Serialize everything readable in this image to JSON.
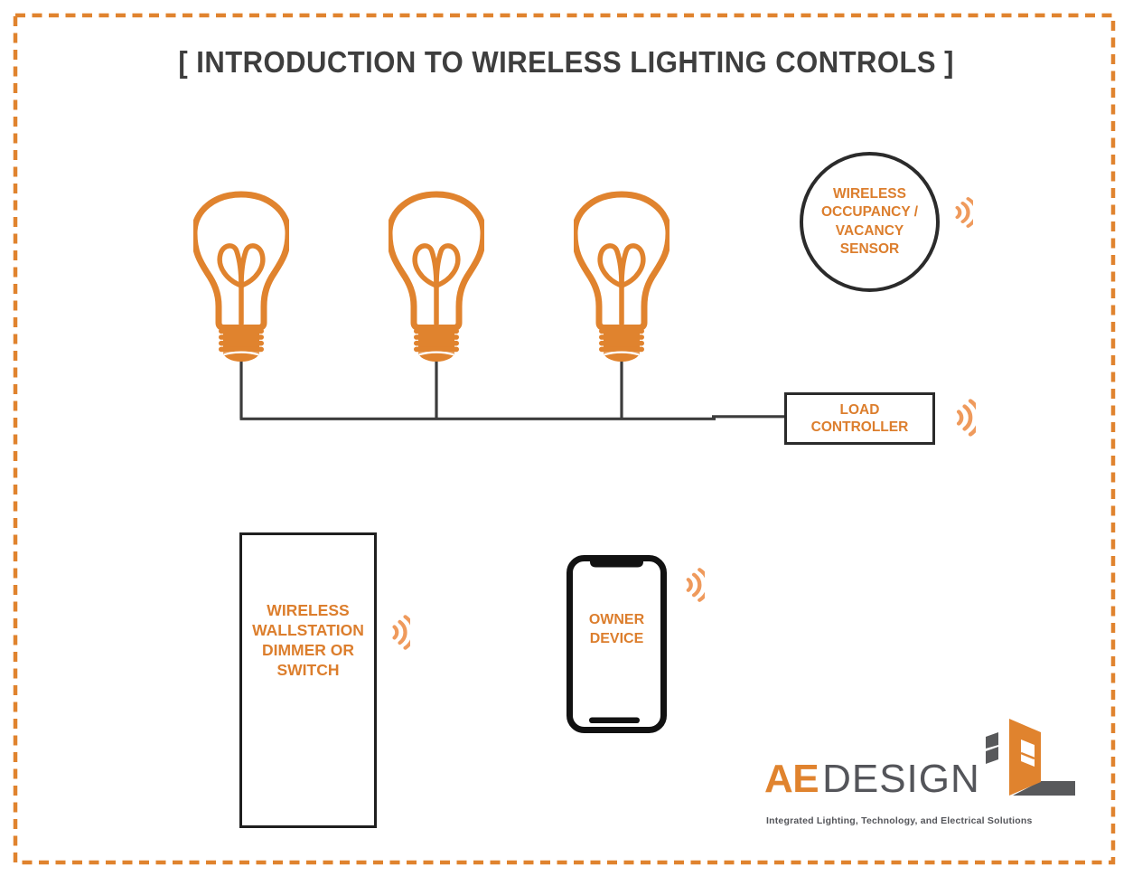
{
  "title": "[ INTRODUCTION TO WIRELESS LIGHTING CONTROLS ]",
  "diagram": {
    "bulbs": {
      "count": 3,
      "icon": "light-bulb-icon"
    },
    "sensor": {
      "shape": "circle",
      "lines": [
        "WIRELESS",
        "OCCUPANCY /",
        "VACANCY",
        "SENSOR"
      ]
    },
    "load_controller": {
      "shape": "rectangle",
      "lines": [
        "LOAD",
        "CONTROLLER"
      ]
    },
    "wallstation": {
      "shape": "rectangle",
      "lines": [
        "WIRELESS",
        "WALLSTATION",
        "DIMMER OR",
        "SWITCH"
      ]
    },
    "owner_device": {
      "icon": "smartphone-icon",
      "lines": [
        "OWNER",
        "DEVICE"
      ]
    },
    "wifi_icon": "wifi-waves-icon"
  },
  "footer": {
    "brand_primary": "AE",
    "brand_secondary": "DESIGN",
    "logo_mark_icon": "door-building-logo-icon",
    "tagline": "Integrated Lighting, Technology, and Electrical Solutions"
  },
  "colors": {
    "accent_orange": "#E0832E",
    "wifi_orange": "#EF9A5C",
    "label_orange": "#DC7E2D",
    "outline_dark": "#2B2B2B",
    "wire_gray": "#3C3C3C",
    "title_gray": "#3E3E3E",
    "brand_gray": "#54555A",
    "logo_mark_gray": "#58595B"
  }
}
